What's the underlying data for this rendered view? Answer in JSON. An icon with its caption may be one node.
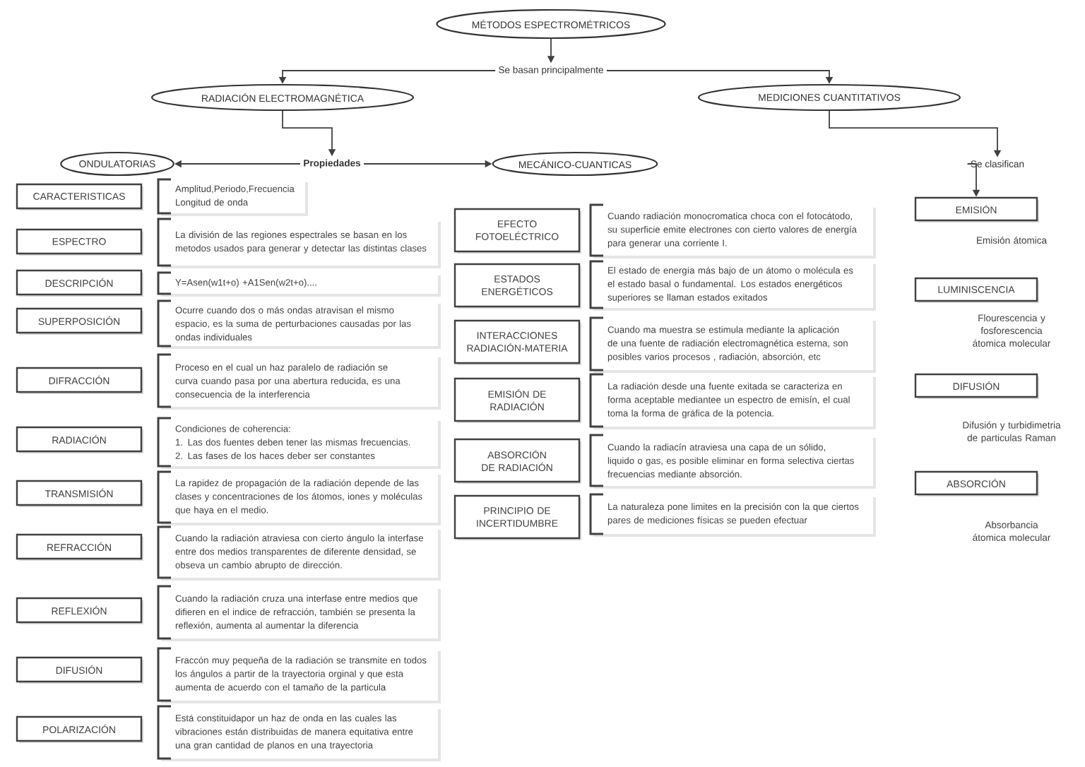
{
  "diagram": {
    "nodes": [
      {
        "text": [
          "MÉTODOS ESPECTROMÉTRICOS"
        ]
      },
      {
        "text": [
          "Se basan principalmente"
        ]
      },
      {
        "text": [
          "RADIACIÓN ELECTROMAGNÉTICA"
        ]
      },
      {
        "text": [
          "MEDICIONES CUANTITATIVOS"
        ]
      },
      {
        "text": [
          "Propiedades"
        ]
      },
      {
        "text": [
          "ONDULATORIAS"
        ]
      },
      {
        "text": [
          "MECÁNICO-CUANTICAS"
        ]
      },
      {
        "text": [
          "Se clasifican"
        ]
      },
      {
        "text": [
          "CARACTERISTICAS"
        ]
      },
      {
        "text": [
          "Amplitud,Periodo,Frecuencia Longitud de onda"
        ]
      },
      {
        "text": [
          "ESPECTRO"
        ]
      },
      {
        "text": [
          "La división de las regiones espectrales se basan en los metodos usados para generar y detectar las distintas clases"
        ]
      },
      {
        "text": [
          "DESCRIPCIÓN"
        ]
      },
      {
        "text": [
          "Y=Asen(w1t+o) +A1Sen(w2t+o)...."
        ]
      },
      {
        "text": [
          "SUPERPOSICIÓN"
        ]
      },
      {
        "text": [
          "Ocurre cuando dos o más ondas atravisan el mismo espacio, es la suma de perturbaciones causadas por las ondas individuales"
        ]
      },
      {
        "text": [
          "DIFRACCIÓN"
        ]
      },
      {
        "text": [
          "Proceso en el cual un haz paralelo de radiación se curva cuando pasa por una abertura reducida, es una consecuencia de la interferencia"
        ]
      },
      {
        "text": [
          "RADIACIÓN"
        ]
      },
      {
        "text": [
          "Condiciones de coherencia:",
          "1. Las dos fuentes deben tener las mismas frecuencias.",
          "2. Las fases de los haces deber ser constantes"
        ]
      },
      {
        "text": [
          "TRANSMISIÓN"
        ]
      },
      {
        "text": [
          "La rapidez de propagación de la radiación depende de las clases y concentraciones de los átomos, iones y moléculas que haya en el medio."
        ]
      },
      {
        "text": [
          "REFRACCIÓN"
        ]
      },
      {
        "text": [
          "Cuando la radiación atraviesa con cierto ángulo la interfase entre dos medios transparentes de diferente densidad, se obseva un cambio abrupto de dirección."
        ]
      },
      {
        "text": [
          "REFLEXIÓN"
        ]
      },
      {
        "text": [
          "Cuando la radiación cruza una interfase entre medios que difieren en el indice de refracción, también se presenta la reflexión, aumenta al aumentar la diferencia"
        ]
      },
      {
        "text": [
          "DIFUSIÓN"
        ]
      },
      {
        "text": [
          "Fraccón muy pequeña de la radiación se transmite en todos los ángulos a partir de la trayectoria orginal y que esta aumenta de acuerdo con el tamaño de la particula"
        ]
      },
      {
        "text": [
          "POLARIZACIÓN"
        ]
      },
      {
        "text": [
          "Está constituidapor un haz de onda en las cuales las vibraciones están distribuidas de manera equitativa entre una gran cantidad de planos en una trayectoria"
        ]
      },
      {
        "text": [
          "EFECTO FOTOELÉCTRICO"
        ]
      },
      {
        "text": [
          "Cuando radiación monocromatica choca con el fotocátodo, su superficie emite electrones con cierto valores de energía para generar una corriente I."
        ]
      },
      {
        "text": [
          "ESTADOS ENERGÉTICOS"
        ]
      },
      {
        "text": [
          "El estado de energía más bajo de un átomo o molécula es el estado basal o fundamental. Los estados energéticos superiores se llaman estados exitados"
        ]
      },
      {
        "text": [
          "INTERACCIONES RADIACIÓN-MATERIA"
        ]
      },
      {
        "text": [
          "Cuando ma muestra se estimula mediante la aplicación de una fuente de radiación electromagnética esterna, son posibles varios procesos , radiación, absorción, etc"
        ]
      },
      {
        "text": [
          "EMISIÓN DE RADIACIÓN"
        ]
      },
      {
        "text": [
          "La radiación desde una fuente exitada se caracteriza en forma aceptable mediantee un espectro de emisín, el cual toma la forma de gráfica de la potencia."
        ]
      },
      {
        "text": [
          "ABSORCIÓN DE RADIACIÓN"
        ]
      },
      {
        "text": [
          "Cuando la radiacín atraviesa una capa de un sólido, liquido o gas, es posible eliminar en forma selectiva ciertas frecuencias mediante absorción."
        ]
      },
      {
        "text": [
          "PRINCIPIO DE INCERTIDUMBRE"
        ]
      },
      {
        "text": [
          "La naturaleza pone limites en la precisión con la que ciertos pares de mediciones físicas se pueden efectuar"
        ]
      },
      {
        "text": [
          "EMISIÓN"
        ],
        "beside": [
          "Emisión átomica"
        ]
      },
      {
        "text": [
          "LUMINISCENCIA"
        ],
        "beside": [
          "Flourescencia y fosforescencia átomica molecular"
        ]
      },
      {
        "text": [
          "DIFUSIÓN"
        ],
        "beside": [
          "Difusión y turbidimetria de particulas Raman"
        ]
      },
      {
        "text": [
          "ABSORCIÓN"
        ],
        "beside": [
          "Absorbancia átomica molecular"
        ]
      }
    ],
    "edges": [
      {
        "from": 0,
        "to": 1,
        "arrow": "to"
      },
      {
        "from": 1,
        "to": 2,
        "arrow": "to"
      },
      {
        "from": 1,
        "to": 3,
        "arrow": "to"
      },
      {
        "from": 2,
        "to": 4,
        "arrow": "to"
      },
      {
        "from": 4,
        "to": 5,
        "arrow": "to"
      },
      {
        "from": 4,
        "to": 6,
        "arrow": "to"
      },
      {
        "from": 3,
        "to": 7,
        "arrow": "to"
      },
      {
        "from": 7,
        "to": 42,
        "arrow": "to"
      }
    ]
  }
}
